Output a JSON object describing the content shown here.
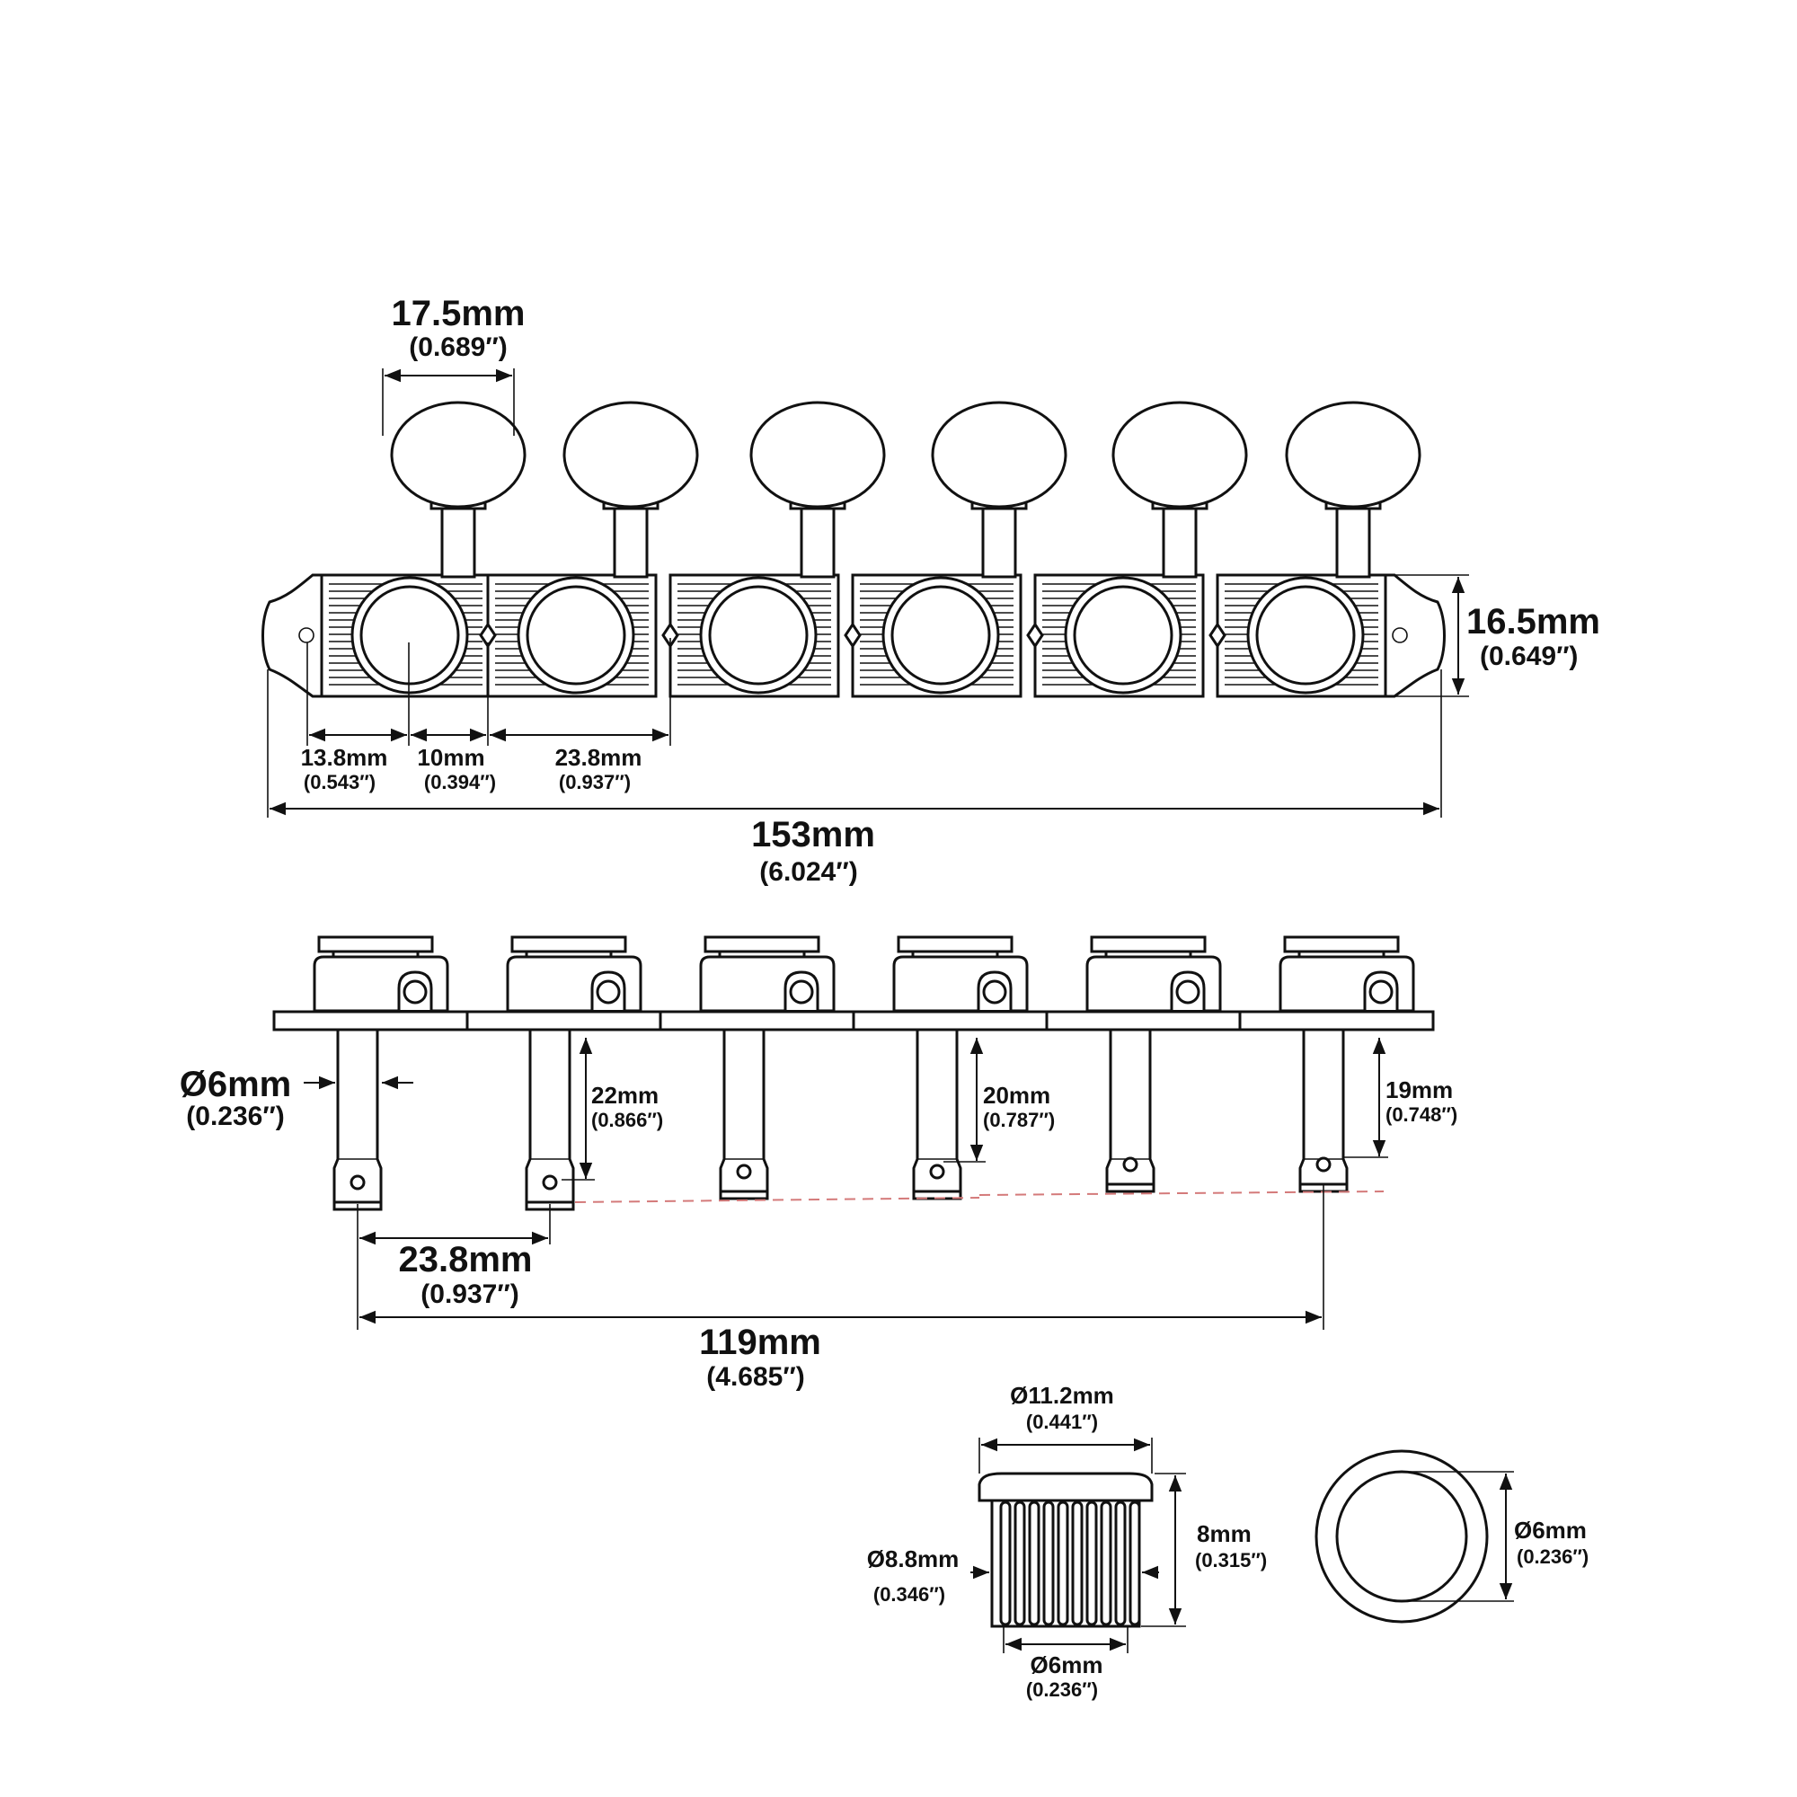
{
  "top_view": {
    "knob_width": {
      "mm": "17.5mm",
      "in": "(0.689″)"
    },
    "plate_height": {
      "mm": "16.5mm",
      "in": "(0.649″)"
    },
    "end_to_center": {
      "mm": "13.8mm",
      "in": "(0.543″)"
    },
    "center_to_hole": {
      "mm": "10mm",
      "in": "(0.394″)"
    },
    "segment_width": {
      "mm": "23.8mm",
      "in": "(0.937″)"
    },
    "overall_length": {
      "mm": "153mm",
      "in": "(6.024″)"
    }
  },
  "side_view": {
    "post_diameter": {
      "mm": "Ø6mm",
      "in": "(0.236″)"
    },
    "post_long": {
      "mm": "22mm",
      "in": "(0.866″)"
    },
    "post_mid": {
      "mm": "20mm",
      "in": "(0.787″)"
    },
    "post_short": {
      "mm": "19mm",
      "in": "(0.748″)"
    },
    "post_spacing": {
      "mm": "23.8mm",
      "in": "(0.937″)"
    },
    "post_span": {
      "mm": "119mm",
      "in": "(4.685″)"
    }
  },
  "bushing": {
    "flange_diameter": {
      "mm": "Ø11.2mm",
      "in": "(0.441″)"
    },
    "body_diameter": {
      "mm": "Ø8.8mm",
      "in": "(0.346″)"
    },
    "height": {
      "mm": "8mm",
      "in": "(0.315″)"
    },
    "bore_bottom": {
      "mm": "Ø6mm",
      "in": "(0.236″)"
    },
    "bore_top": {
      "mm": "Ø6mm",
      "in": "(0.236″)"
    }
  }
}
